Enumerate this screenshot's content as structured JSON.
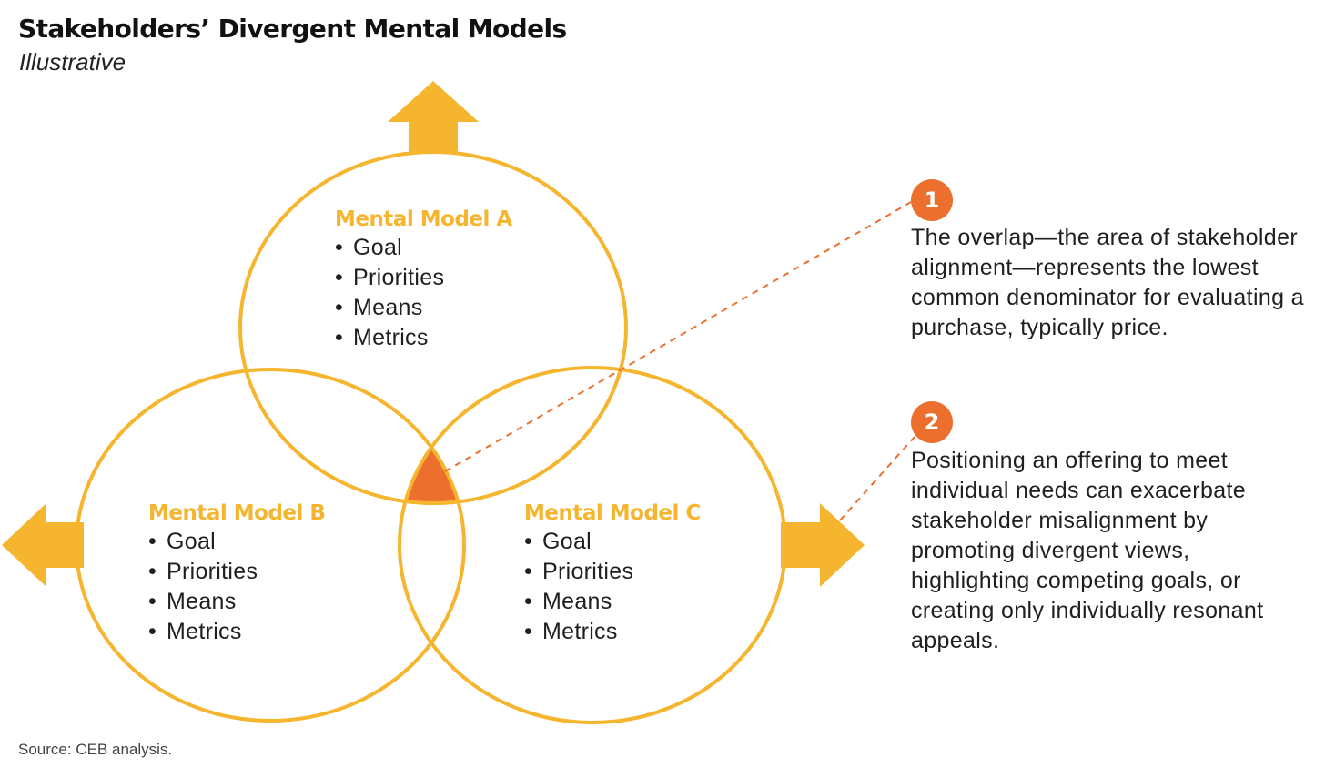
{
  "title": "Stakeholders’ Divergent Mental Models",
  "subtitle": "Illustrative",
  "colors": {
    "circle": "#F6B52E",
    "arrow": "#F6B52E",
    "overlap": "#EC6F2D",
    "callout": "#EC6F2D",
    "leader_line": "#EC6F2D"
  },
  "models": [
    {
      "title": "Mental Model A",
      "items": [
        "Goal",
        "Priorities",
        "Means",
        "Metrics"
      ]
    },
    {
      "title": "Mental Model B",
      "items": [
        "Goal",
        "Priorities",
        "Means",
        "Metrics"
      ]
    },
    {
      "title": "Mental Model C",
      "items": [
        "Goal",
        "Priorities",
        "Means",
        "Metrics"
      ]
    }
  ],
  "bullet": "•",
  "callouts": [
    {
      "number": "1",
      "text": "The overlap—the area of stakeholder alignment—represents the lowest common denominator for evaluating a purchase, typically price."
    },
    {
      "number": "2",
      "text": "Positioning an offering to meet individual needs can exacerbate stakeholder misalignment by promoting divergent views, highlighting competing goals, or creating only individually resonant appeals."
    }
  ],
  "source": "Source: CEB analysis."
}
